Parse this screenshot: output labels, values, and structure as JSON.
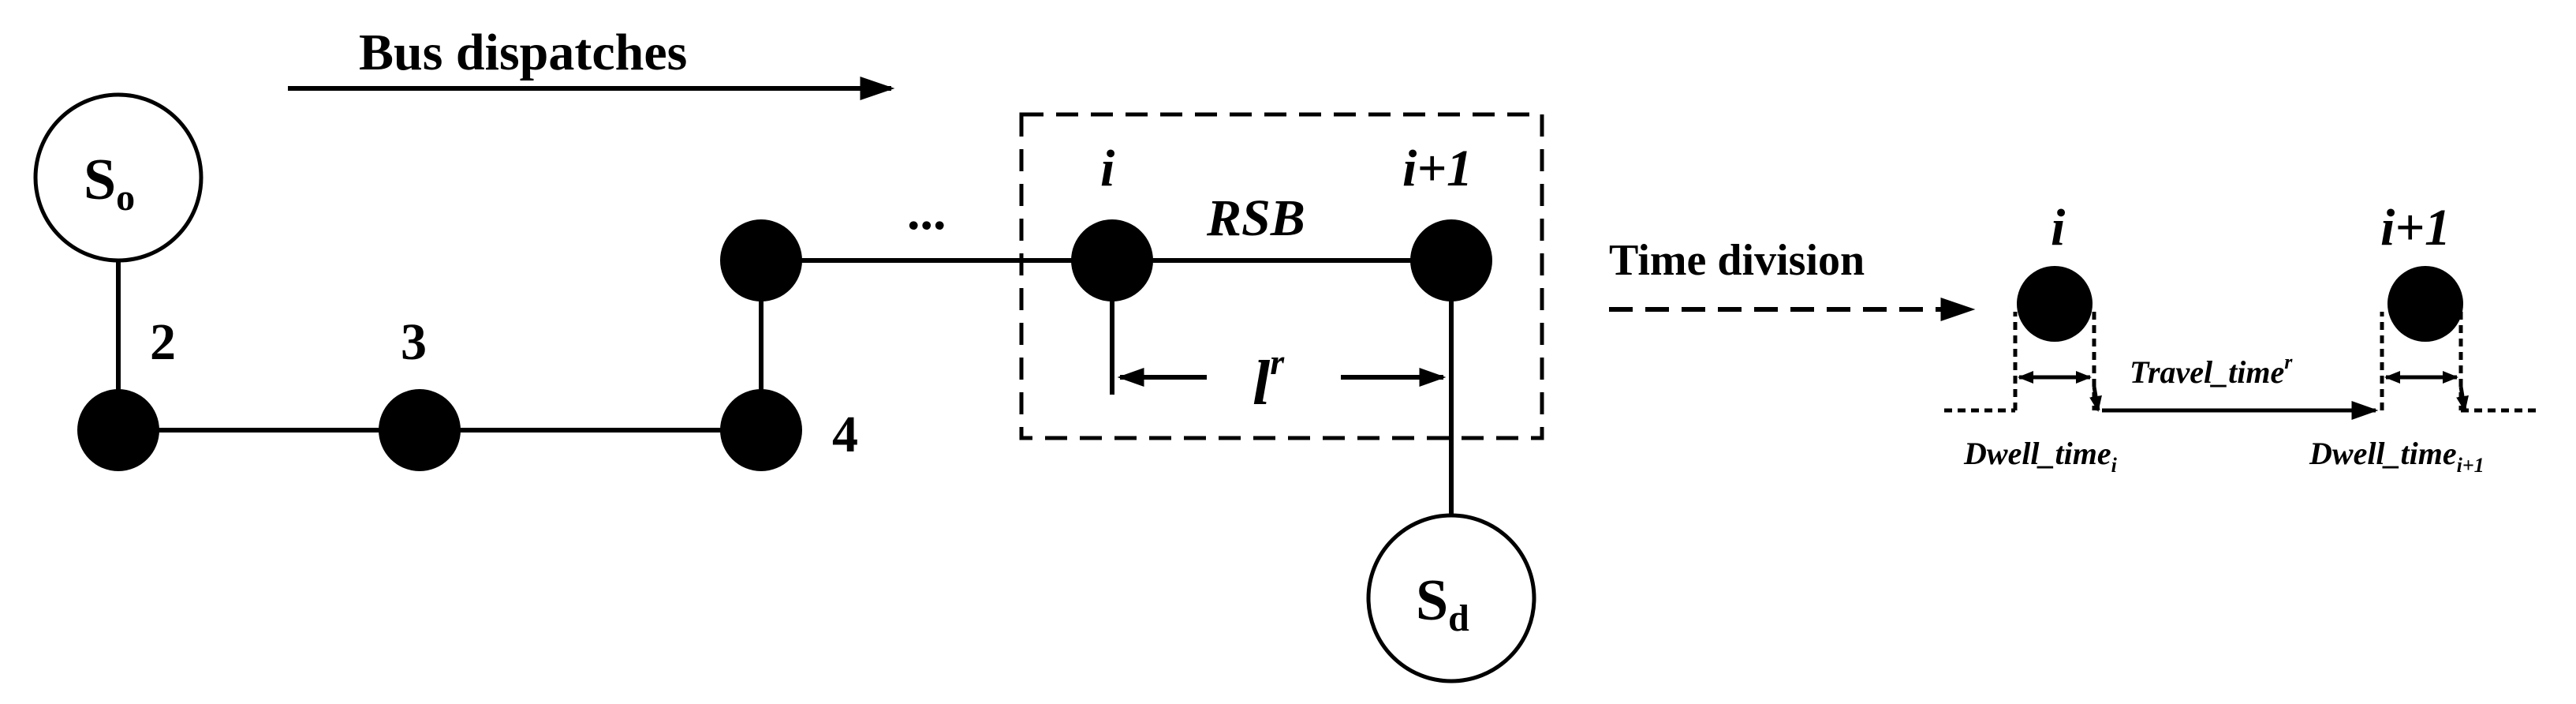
{
  "diagram": {
    "header": "Bus dispatches",
    "origin": {
      "base": "S",
      "sub": "o"
    },
    "destination": {
      "base": "S",
      "sub": "d"
    },
    "stop_labels": [
      "2",
      "3",
      "4"
    ],
    "ellipsis": "...",
    "stop_i": "i",
    "stop_i1": "i+1",
    "segment": "RSB",
    "length": {
      "base": "l",
      "sup": "r"
    },
    "time_division": "Time division",
    "right_i": "i",
    "right_i1": "i+1",
    "travel_time": {
      "base": "Travel_time",
      "sup": "r"
    },
    "dwell_i": {
      "base": "Dwell_time",
      "sub": "i"
    },
    "dwell_i1": {
      "base": "Dwell_time",
      "sub": "i+1"
    }
  }
}
